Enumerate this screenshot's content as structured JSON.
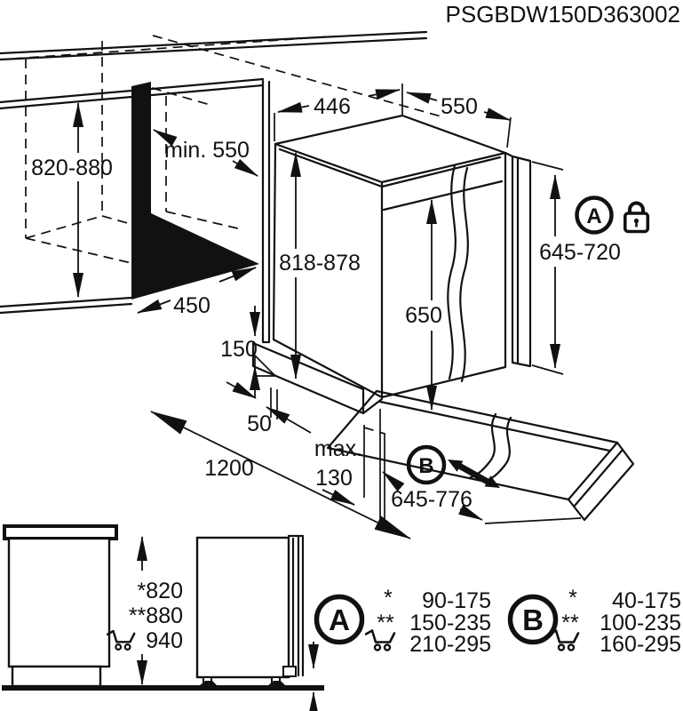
{
  "title": "PSGBDW150D363002",
  "colors": {
    "ink": "#111111",
    "paper": "#ffffff"
  },
  "main_diagram": {
    "badge_a": "A",
    "badge_b": "B",
    "dims": {
      "niche_height": "820-880",
      "niche_depth": "min. 550",
      "niche_width": "450",
      "appliance_width": "446",
      "appliance_depth": "550",
      "appliance_height": "818-878",
      "door_height": "650",
      "furniture_panel_height": "645-720",
      "plinth_height": "150",
      "side_clearance": "50",
      "front_clearance": "1200",
      "plinth_recess_word": "max.",
      "plinth_recess_value": "130",
      "open_door_depth": "645-776"
    },
    "icons": {
      "lock": "padlock-icon",
      "door_travel": "double-arrow-icon"
    }
  },
  "side_views": {
    "worktop_heights": {
      "single_star": "*820",
      "double_star": "**880",
      "with_cart": "940"
    }
  },
  "legends": {
    "a": {
      "badge": "A",
      "rows": [
        {
          "marker": "*",
          "value": "90-175"
        },
        {
          "marker": "**",
          "value": "150-235"
        },
        {
          "marker": "cart-icon",
          "value": "210-295"
        }
      ]
    },
    "b": {
      "badge": "B",
      "rows": [
        {
          "marker": "*",
          "value": "40-175"
        },
        {
          "marker": "**",
          "value": "100-235"
        },
        {
          "marker": "cart-icon",
          "value": "160-295"
        }
      ]
    }
  }
}
